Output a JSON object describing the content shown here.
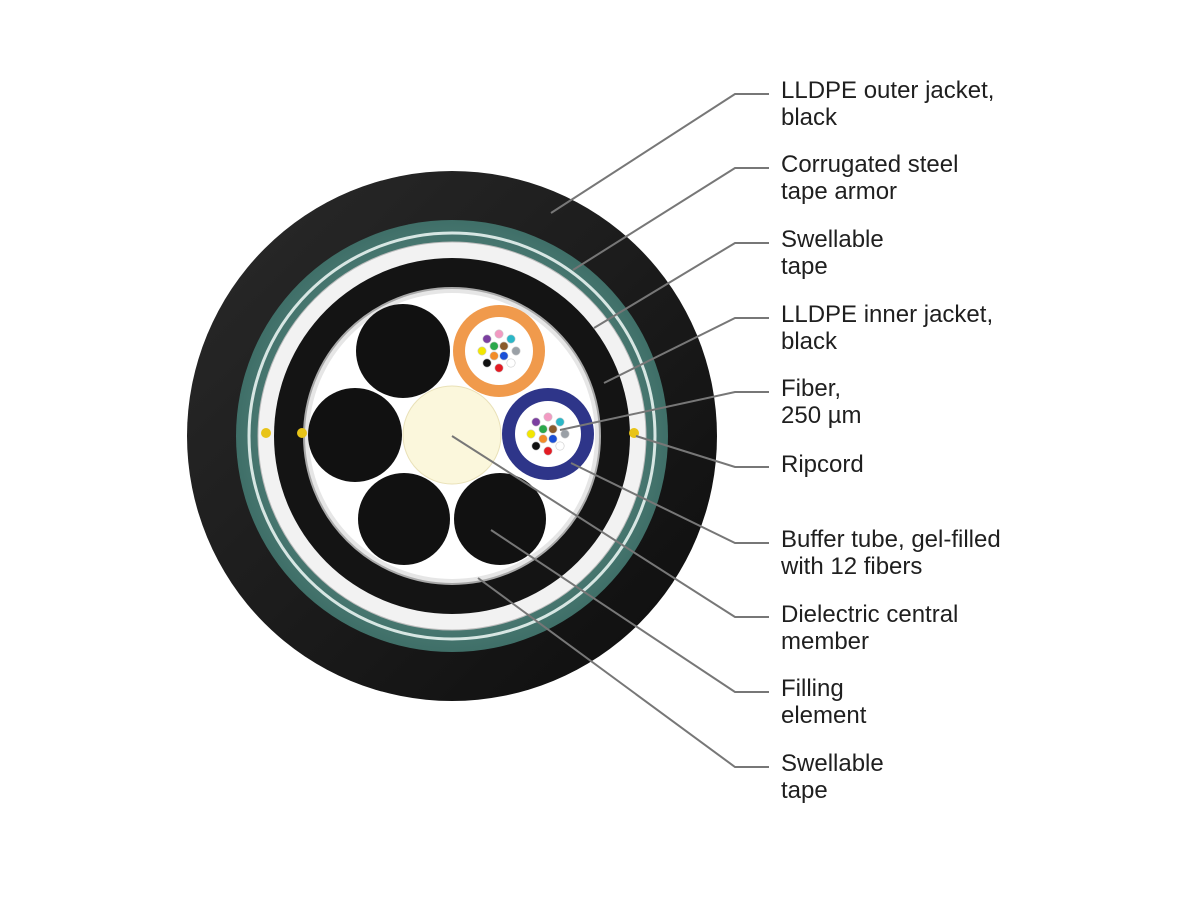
{
  "diagram": {
    "labels": [
      {
        "id": "outer-jacket",
        "lines": [
          "LLDPE outer jacket,",
          "black"
        ]
      },
      {
        "id": "steel-armor",
        "lines": [
          "Corrugated steel",
          "tape armor"
        ]
      },
      {
        "id": "swellable-tape-1",
        "lines": [
          "Swellable",
          "tape"
        ]
      },
      {
        "id": "inner-jacket",
        "lines": [
          "LLDPE inner jacket,",
          "black"
        ]
      },
      {
        "id": "fiber",
        "lines": [
          "Fiber,",
          "250 µm"
        ]
      },
      {
        "id": "ripcord",
        "lines": [
          "Ripcord"
        ]
      },
      {
        "id": "buffer-tube",
        "lines": [
          "Buffer tube, gel-filled",
          "with 12 fibers"
        ]
      },
      {
        "id": "central-member",
        "lines": [
          "Dielectric central",
          "member"
        ]
      },
      {
        "id": "filling-element",
        "lines": [
          "Filling",
          "element"
        ]
      },
      {
        "id": "swellable-tape-2",
        "lines": [
          "Swellable",
          "tape"
        ]
      }
    ],
    "colors": {
      "outer_jacket": "#151515",
      "armor": "#4d7f78",
      "inner_jacket": "#141414",
      "core_background": "#ffffff",
      "central_member": "#fbf7dc",
      "filler": "#111111",
      "orange_tube": "#f09a4c",
      "blue_tube": "#2e3589",
      "ripcord": "#e8c418",
      "leader_line": "#777777",
      "fiber_colors": [
        "#1a4fd6",
        "#f28c28",
        "#2aa84a",
        "#8b5a2b",
        "#9aa0a6",
        "#ffffff",
        "#e31b23",
        "#111111",
        "#f2e600",
        "#7b3fa0",
        "#f29ac2",
        "#2bb7c7"
      ]
    }
  }
}
